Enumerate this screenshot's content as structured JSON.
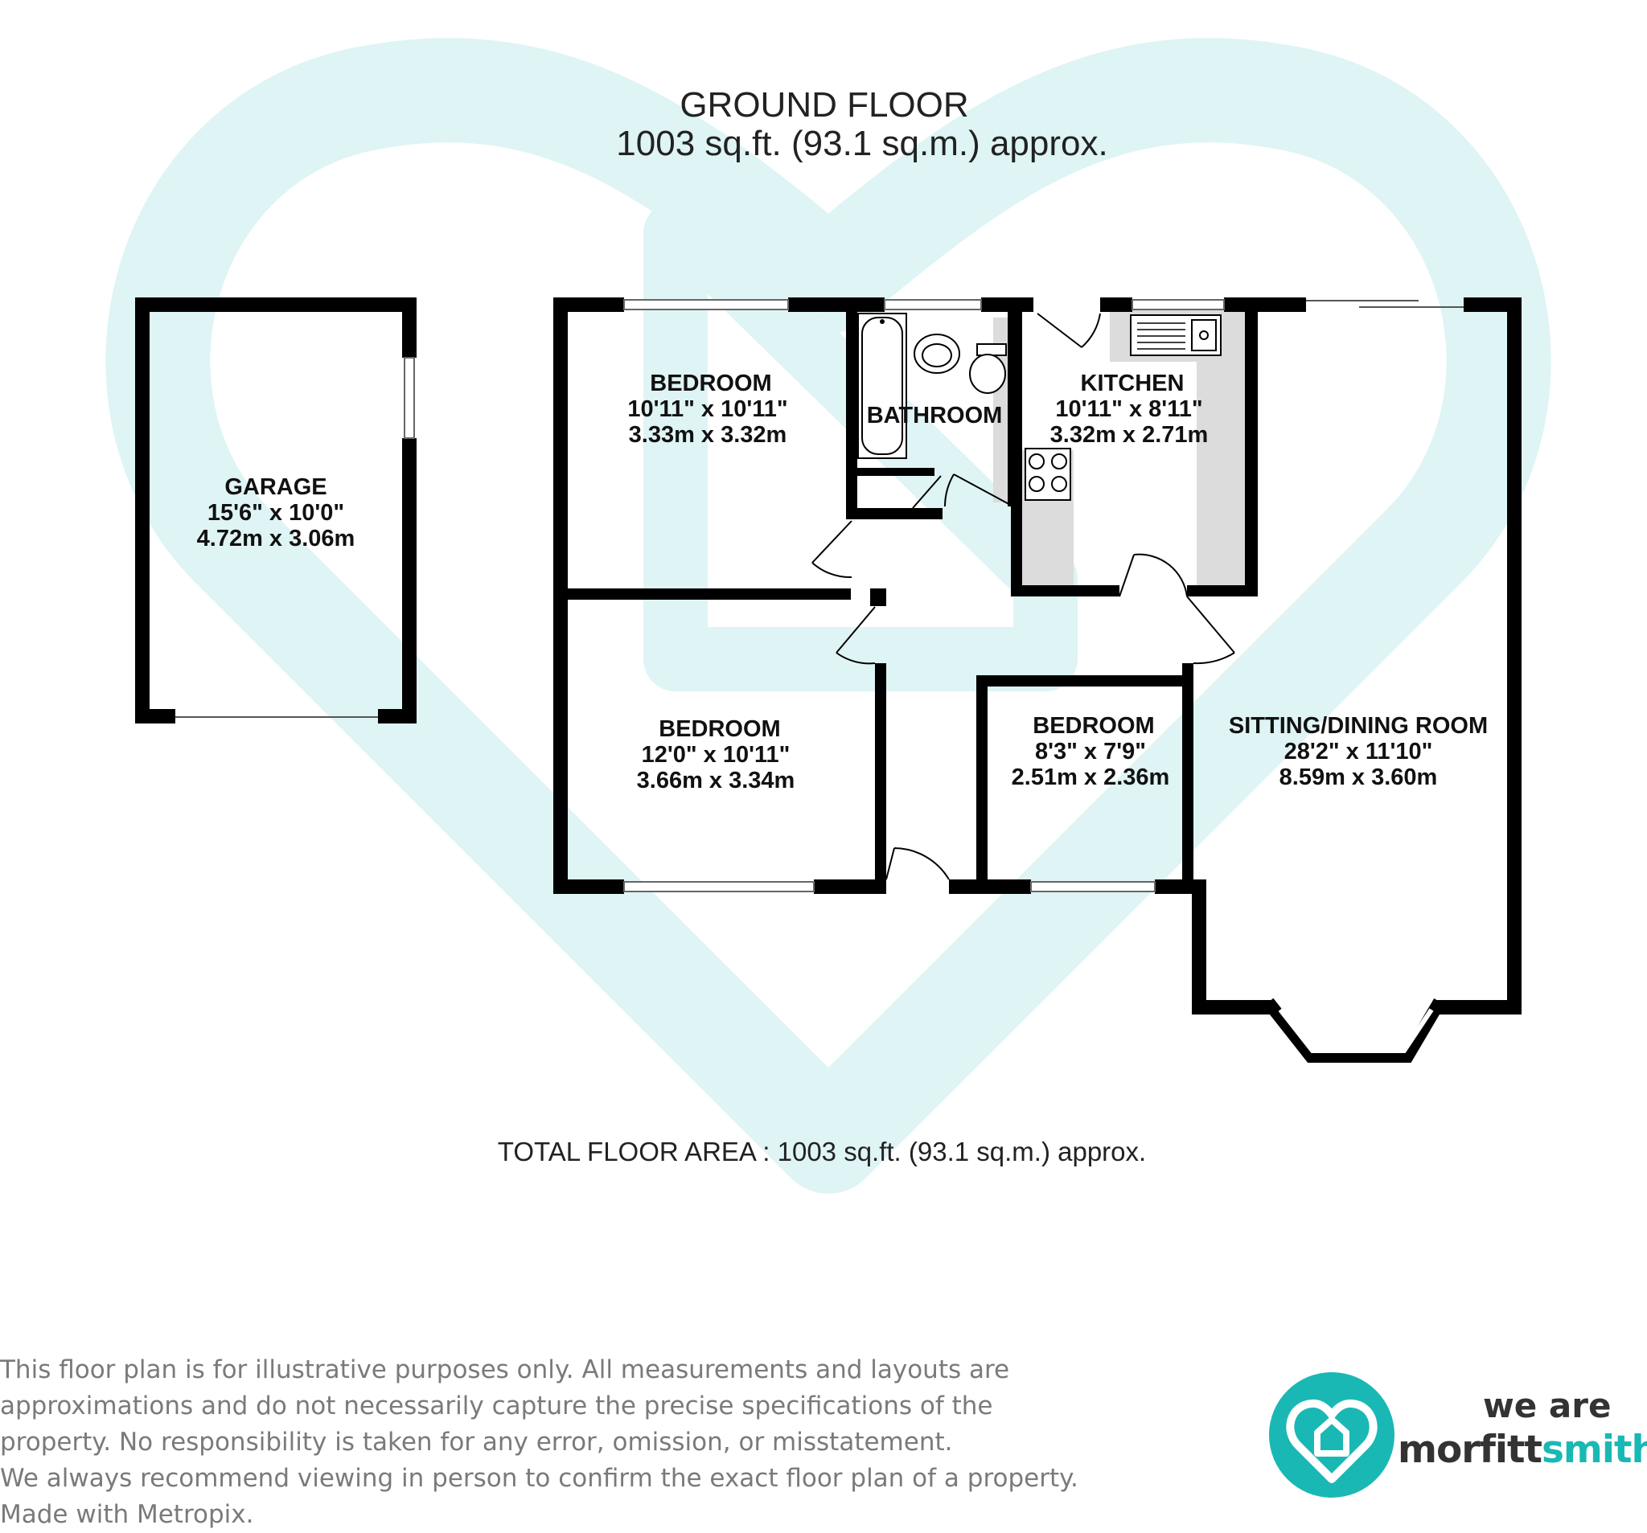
{
  "header": {
    "floor_title": "GROUND FLOOR",
    "floor_area": "1003 sq.ft. (93.1 sq.m.) approx."
  },
  "rooms": {
    "garage": {
      "name": "GARAGE",
      "imperial": "15'6\"  x 10'0\"",
      "metric": "4.72m  x 3.06m"
    },
    "bedroom1": {
      "name": "BEDROOM",
      "imperial": "10'11\"  x 10'11\"",
      "metric": "3.33m  x 3.32m"
    },
    "bathroom": {
      "name": "BATHROOM"
    },
    "kitchen": {
      "name": "KITCHEN",
      "imperial": "10'11\"  x 8'11\"",
      "metric": "3.32m  x 2.71m"
    },
    "bedroom2": {
      "name": "BEDROOM",
      "imperial": "12'0\"  x 10'11\"",
      "metric": "3.66m  x 3.34m"
    },
    "bedroom3": {
      "name": "BEDROOM",
      "imperial": "8'3\"  x 7'9\"",
      "metric": "2.51m  x 2.36m"
    },
    "sitting": {
      "name": "SITTING/DINING ROOM",
      "imperial": "28'2\"  x 11'10\"",
      "metric": "8.59m  x 3.60m"
    }
  },
  "total_area": "TOTAL FLOOR AREA : 1003 sq.ft. (93.1 sq.m.) approx.",
  "disclaimer": [
    "This floor plan is for illustrative purposes only. All measurements and layouts are",
    "approximations and do not necessarily capture the precise specifications of the",
    "property. No responsibility is taken for any error, omission, or misstatement.",
    "We always recommend viewing in person to confirm the exact floor plan of a property.",
    "Made with Metropix."
  ],
  "brand": {
    "line1": "we are",
    "line2_part1": "morfitt",
    "line2_part2": "smith",
    "teal": "#1ab8b4",
    "watermark": "#dff4f4"
  }
}
